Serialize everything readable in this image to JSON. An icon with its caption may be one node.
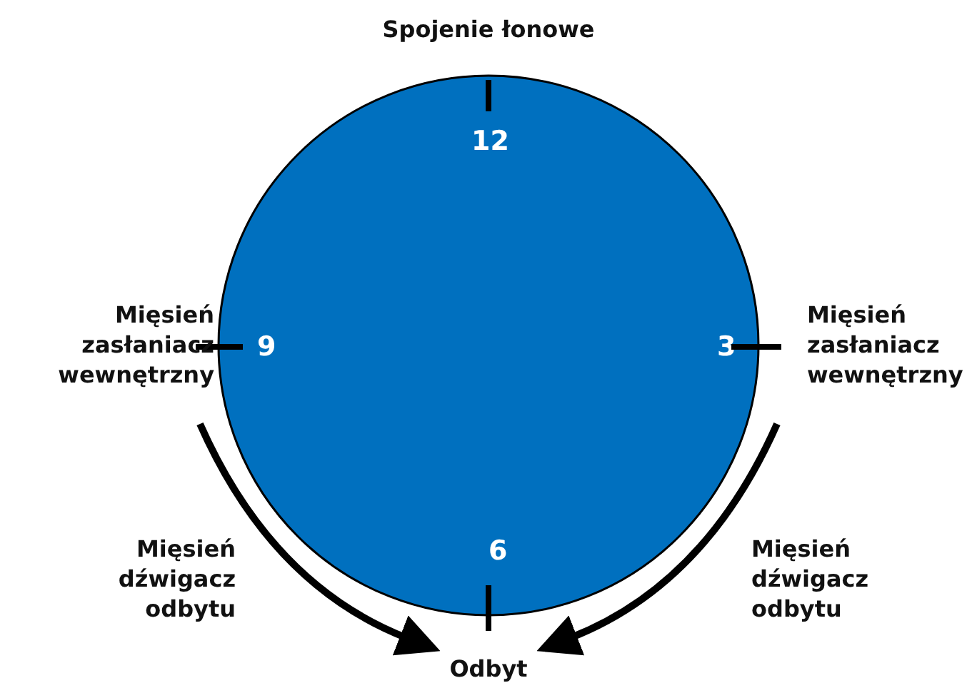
{
  "diagram": {
    "nodes": [
      {
        "text": [
          "12",
          "9",
          "3",
          "6"
        ]
      }
    ],
    "labels": [
      "Spojenie łonowe",
      "Mięsień zasłaniacz wewnętrzny",
      "Mięsień zasłaniacz wewnętrzny",
      "Mięsień dźwigacz odbytu",
      "Mięsień dźwigacz odbytu",
      "Odbyt"
    ]
  }
}
